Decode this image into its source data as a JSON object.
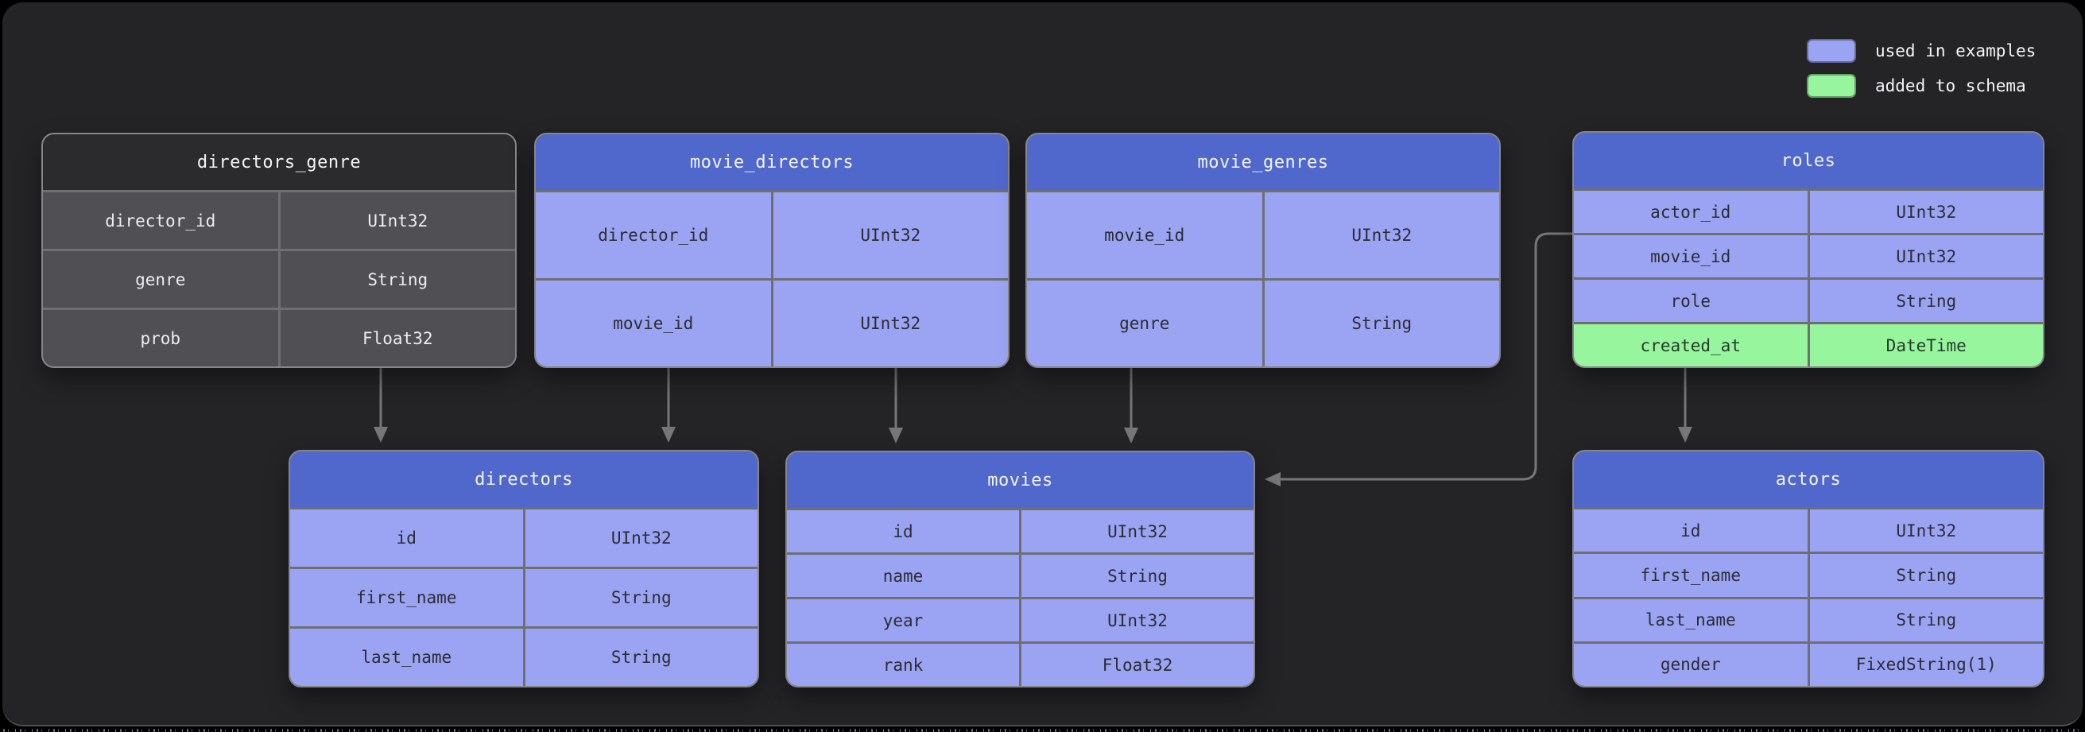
{
  "legend": {
    "items": [
      {
        "label": "used in examples",
        "color": "#9aa4f2"
      },
      {
        "label": "added to schema",
        "color": "#97f59d"
      }
    ]
  },
  "tables": [
    {
      "title": "directors_genre",
      "status": "default",
      "rows": [
        {
          "name": "director_id",
          "type": "UInt32"
        },
        {
          "name": "genre",
          "type": "String"
        },
        {
          "name": "prob",
          "type": "Float32"
        }
      ]
    },
    {
      "title": "movie_directors",
      "status": "used in examples",
      "rows": [
        {
          "name": "director_id",
          "type": "UInt32"
        },
        {
          "name": "movie_id",
          "type": "UInt32"
        }
      ]
    },
    {
      "title": "movie_genres",
      "status": "used in examples",
      "rows": [
        {
          "name": "movie_id",
          "type": "UInt32"
        },
        {
          "name": "genre",
          "type": "String"
        }
      ]
    },
    {
      "title": "roles",
      "status": "used in examples",
      "rows": [
        {
          "name": "actor_id",
          "type": "UInt32"
        },
        {
          "name": "movie_id",
          "type": "UInt32"
        },
        {
          "name": "role",
          "type": "String"
        },
        {
          "name": "created_at",
          "type": "DateTime",
          "status": "added to schema"
        }
      ]
    },
    {
      "title": "directors",
      "status": "used in examples",
      "rows": [
        {
          "name": "id",
          "type": "UInt32"
        },
        {
          "name": "first_name",
          "type": "String"
        },
        {
          "name": "last_name",
          "type": "String"
        }
      ]
    },
    {
      "title": "movies",
      "status": "used in examples",
      "rows": [
        {
          "name": "id",
          "type": "UInt32"
        },
        {
          "name": "name",
          "type": "String"
        },
        {
          "name": "year",
          "type": "UInt32"
        },
        {
          "name": "rank",
          "type": "Float32"
        }
      ]
    },
    {
      "title": "actors",
      "status": "used in examples",
      "rows": [
        {
          "name": "id",
          "type": "UInt32"
        },
        {
          "name": "first_name",
          "type": "String"
        },
        {
          "name": "last_name",
          "type": "String"
        },
        {
          "name": "gender",
          "type": "FixedString(1)"
        }
      ]
    }
  ],
  "relations": [
    {
      "from": "directors_genre",
      "to": "directors"
    },
    {
      "from": "movie_directors",
      "to": "directors"
    },
    {
      "from": "movie_directors",
      "to": "movies"
    },
    {
      "from": "movie_genres",
      "to": "movies"
    },
    {
      "from": "roles",
      "to": "movies"
    },
    {
      "from": "roles",
      "to": "actors"
    }
  ],
  "colors": {
    "background": "#000000",
    "panel": "#242427",
    "table_header_blue": "#5068cc",
    "cell_used_in_examples": "#9aa4f2",
    "cell_added_to_schema": "#97f59d",
    "muted_header": "#2b2b2d",
    "muted_cell": "#505054",
    "arrow": "#767678",
    "text_light": "#f3f3f4",
    "text_dark": "#2c2c35"
  }
}
